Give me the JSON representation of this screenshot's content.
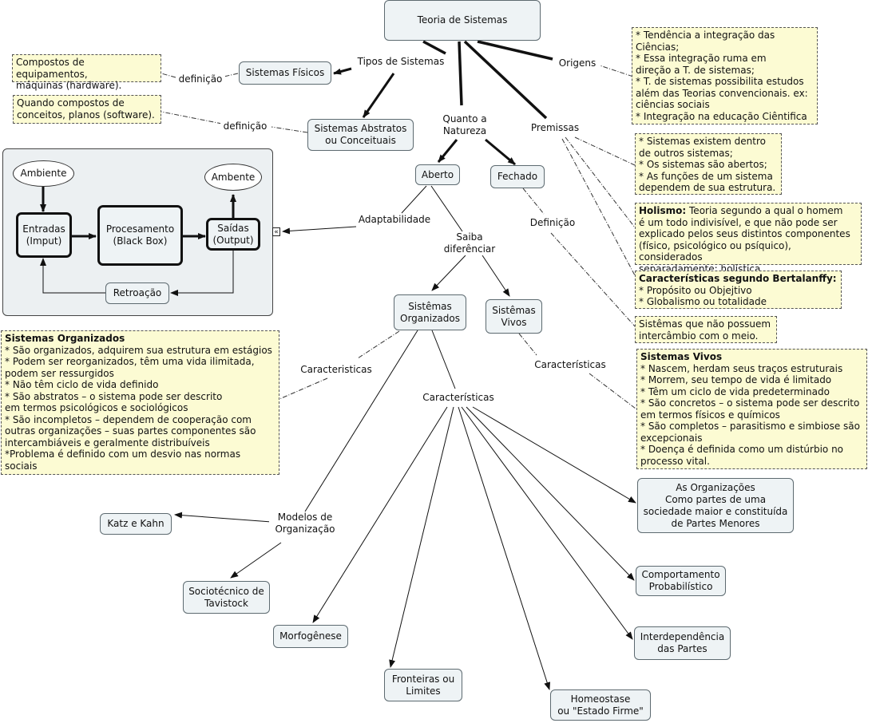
{
  "title": "Teoria de Sistemas",
  "branches": {
    "tipos": "Tipos de Sistemas",
    "quanto": "Quanto a\nNatureza",
    "premissas": "Premissas",
    "origens": "Origens"
  },
  "nodes": {
    "fisicos": "Sistemas Físicos",
    "abstratos": "Sistemas Abstratos\nou Conceituais",
    "aberto": "Aberto",
    "fechado": "Fechado",
    "organizados": "Sistêmas\nOrganizados",
    "vivos": "Sistêmas\nVivos",
    "katz": "Katz e Kahn",
    "sociotecnico": "Sociotécnico de\nTavistock",
    "morfogenese": "Morfogênese",
    "fronteiras": "Fronteiras ou\nLimites",
    "homeostase": "Homeostase\nou \"Estado Firme\"",
    "interdependencia": "Interdependência\ndas Partes",
    "comportamento": "Comportamento\nProbabilístico",
    "organizacoes": "As Organizações\nComo partes de uma\nsociedade maior e constituída\nde Partes Menores"
  },
  "labels": {
    "definicao1": "definição",
    "definicao2": "definição",
    "adaptabilidade": "Adaptabilidade",
    "saiba": "Saiba\ndiferênciar",
    "definicao3": "Definição",
    "caracteristicas_org": "Caracteristicas",
    "caracteristicas_vivos": "Características",
    "caracteristicas_main": "Características",
    "modelos": "Modelos de\nOrganização"
  },
  "panel": {
    "ambiente_in": "Ambiente",
    "ambiente_out": "Ambente",
    "entradas": "Entradas\n(Imput)",
    "processamento": "Procesamento\n(Black Box)",
    "saidas": "Saídas\n(Output)",
    "retroacao": "Retroação",
    "expand_glyph": "«"
  },
  "notes": {
    "fisicos_def": "Compostos de equipamentos,\nmáquinas (hardware).",
    "abstratos_def": "Quando compostos de\nconceitos, planos (software).",
    "origens": "* Tendência a integração das\nCiências;\n* Essa integração ruma em\ndireção a T. de sistemas;\n* T. de sistemas possibilita estudos\nalém das Teorias convencionais. ex:\nciências sociais\n* Integração na educação Ciêntifica",
    "premissas": "* Sistemas existem dentro\nde outros sistemas;\n* Os sistemas são abertos;\n* As funções de um sistema\ndependem de sua estrutura.",
    "holismo_title": "Holismo:",
    "holismo_body": " Teoria segundo a qual o homem\né um todo indivisível, e que não pode ser\n explicado pelos seus distintos componentes\n (físico, psicológico ou psíquico), considerados\n separadamente; holística",
    "bertalanffy_title": "Características segundo Bertalanffy:",
    "bertalanffy_body": "* Propósito ou Objejtivo\n* Globalismo ou totalidade",
    "fechado_def": "Sistêmas que não possuem\nintercâmbio com o meio.",
    "vivos_title": "Sistemas Vivos",
    "vivos_body": "* Nascem, herdam seus traços estruturais\n* Morrem, seu tempo de vida é limitado\n* Têm um ciclo de vida predeterminado\n* São concretos – o sistema pode ser descrito\nem termos físicos e químicos\n* São completos – parasitismo e simbiose são\n excepcionais\n* Doença é definida como um distúrbio no\nprocesso vital.",
    "org_title": "Sistemas Organizados",
    "org_body": "* São organizados, adquirem sua estrutura em estágios\n* Podem ser reorganizados, têm uma vida ilimitada,\npodem ser ressurgidos\n* Não têm ciclo de vida definido\n* São abstratos – o sistema pode ser descrito\nem termos psicológicos e sociológicos\n* São incompletos – dependem de cooperação com\n outras organizações – suas partes componentes são\nintercambiáveis e geralmente distribuíveis\n*Problema é definido com um desvio nas normas sociais"
  }
}
